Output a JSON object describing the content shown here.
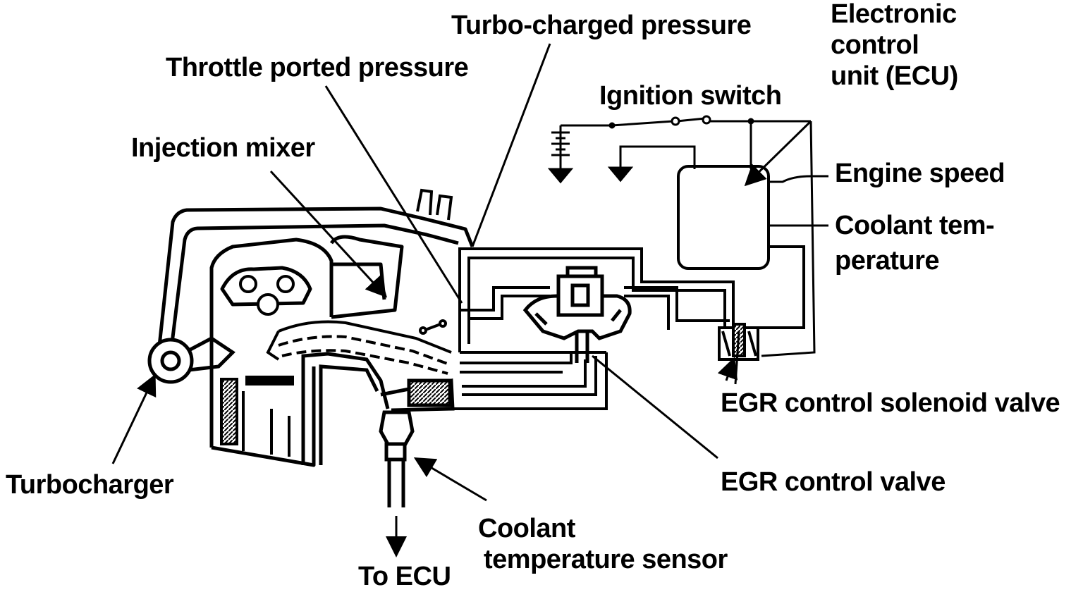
{
  "labels": {
    "turbo_charged_pressure": "Turbo-charged pressure",
    "ecu_line1": "Electronic",
    "ecu_line2": "control",
    "ecu_line3": "unit (ECU)",
    "throttle_ported_pressure": "Throttle ported pressure",
    "ignition_switch": "Ignition switch",
    "injection_mixer": "Injection mixer",
    "engine_speed": "Engine speed",
    "coolant_temp_line1": "Coolant tem-",
    "coolant_temp_line2": "perature",
    "egr_solenoid_valve": "EGR control solenoid valve",
    "turbocharger": "Turbocharger",
    "egr_control_valve": "EGR control valve",
    "coolant_sensor_line1": "Coolant",
    "coolant_sensor_line2": "temperature sensor",
    "to_ecu": "To ECU"
  }
}
